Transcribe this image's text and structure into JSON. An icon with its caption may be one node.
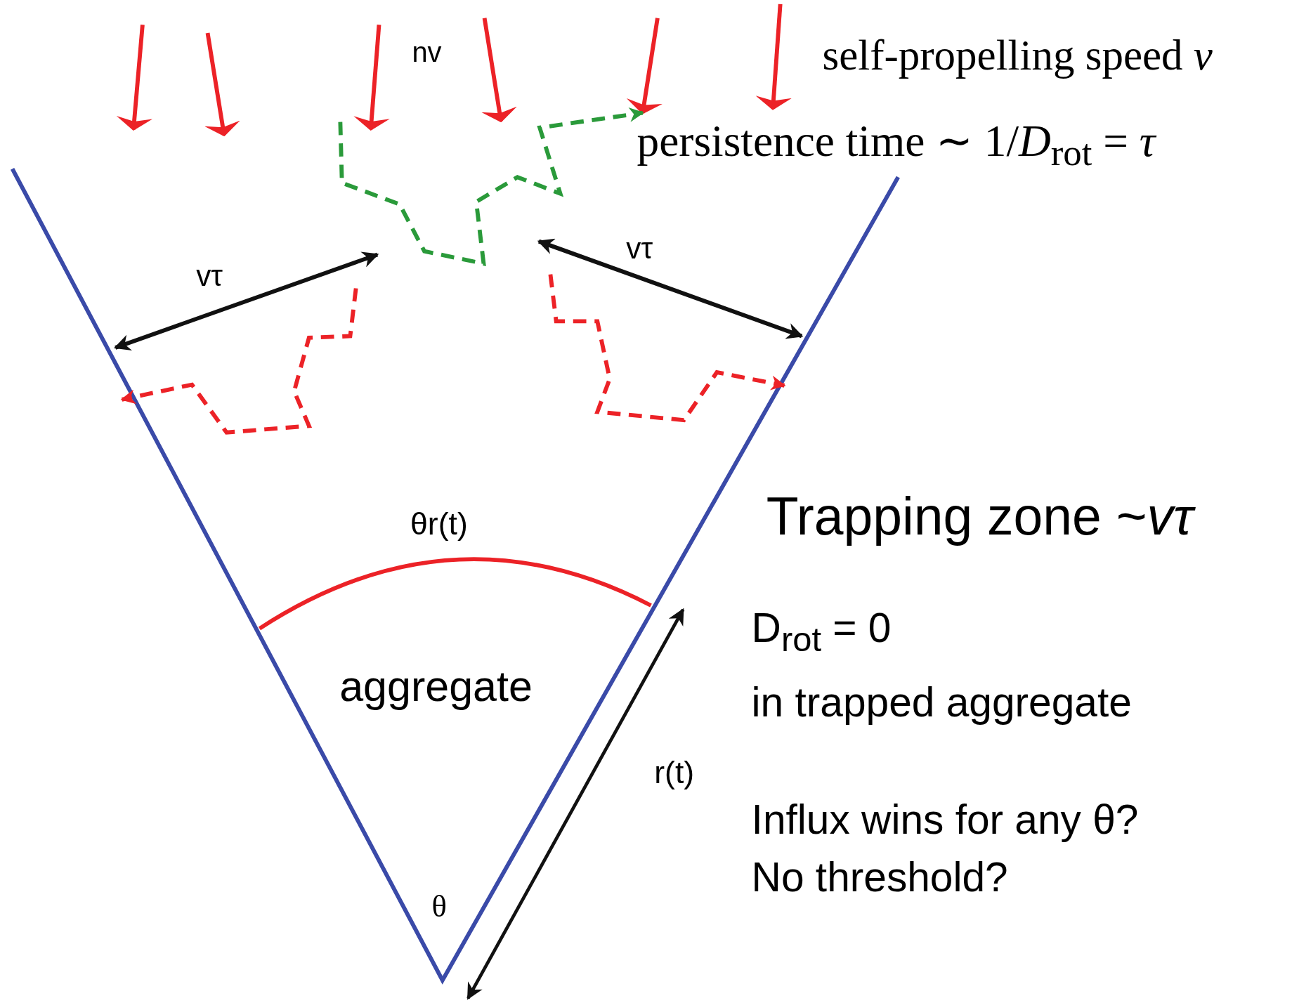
{
  "diagram": {
    "labels": [
      "nv",
      "self-propelling speed *v*",
      "persistence time ∼ 1/*D*$_{rot}$ = *τ*",
      "vτ",
      "vτ",
      "θr(t)",
      "Trapping zone ~*vτ*",
      "aggregate",
      "D$_{rot}$ = 0",
      "in trapped aggregate",
      "r(t)",
      "Influx wins for any θ?",
      "No threshold?",
      "θ"
    ]
  }
}
